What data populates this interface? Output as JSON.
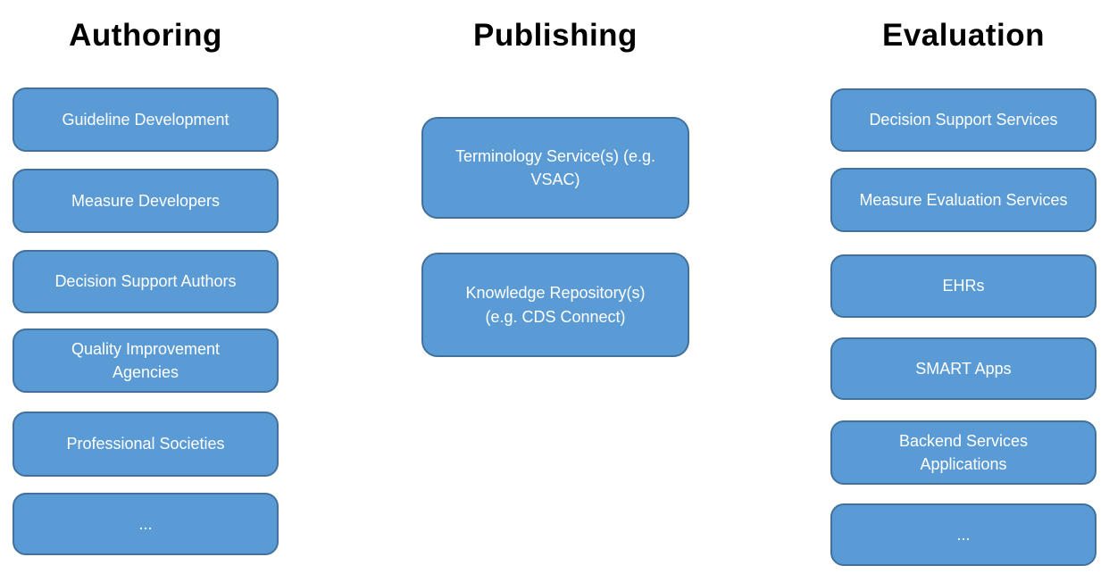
{
  "diagram": {
    "columns": [
      {
        "title": "Authoring",
        "boxes": [
          "Guideline Development",
          "Measure Developers",
          "Decision Support Authors",
          "Quality Improvement Agencies",
          "Professional Societies",
          "..."
        ]
      },
      {
        "title": "Publishing",
        "boxes": [
          "Terminology Service(s) (e.g. VSAC)",
          "Knowledge Repository(s) (e.g. CDS Connect)"
        ]
      },
      {
        "title": "Evaluation",
        "boxes": [
          "Decision Support Services",
          "Measure Evaluation Services",
          "EHRs",
          "SMART Apps",
          "Backend Services Applications",
          "..."
        ]
      }
    ],
    "colors": {
      "box_fill": "#5B9BD5",
      "box_border": "#41719C",
      "box_text": "#FFFFFF",
      "title_text": "#000000",
      "background": "#FFFFFF"
    }
  }
}
